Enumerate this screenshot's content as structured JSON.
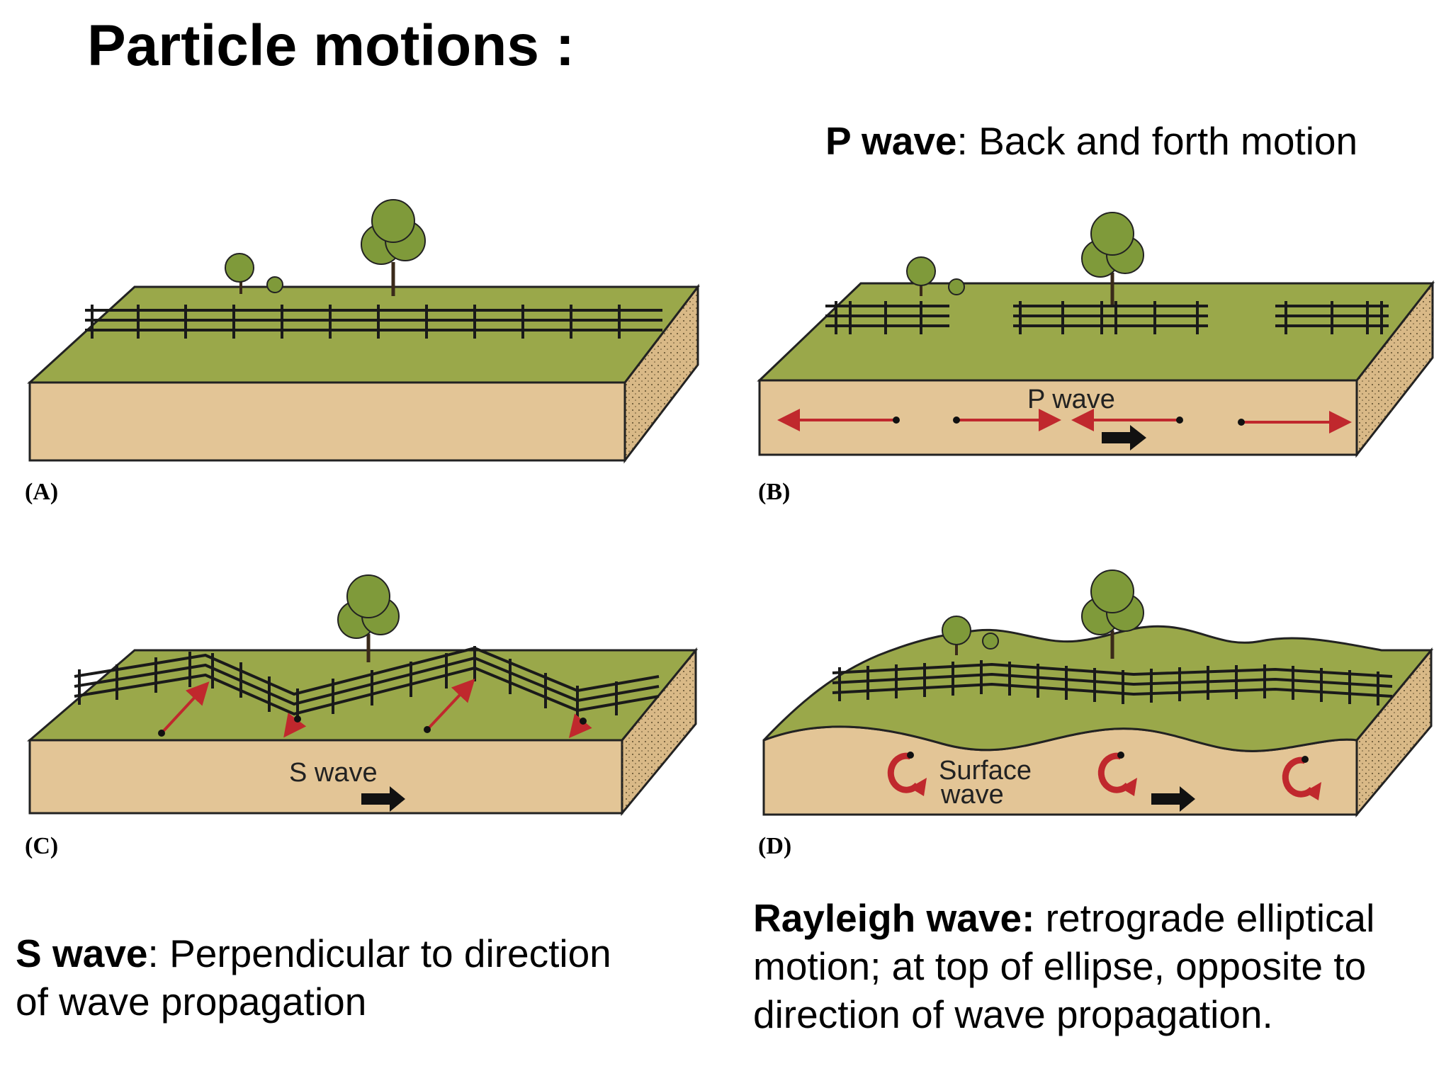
{
  "title": "Particle motions :",
  "captions": {
    "p_wave": {
      "bold": "P wave",
      "text": ": Back and forth motion"
    },
    "s_wave": {
      "bold": "S wave",
      "text_line1": ": Perpendicular to direction",
      "text_line2": "of wave propagation"
    },
    "rayleigh": {
      "bold": "Rayleigh wave:",
      "text_line1": " retrograde elliptical",
      "text_line2": "motion; at top of ellipse, opposite to",
      "text_line3": "direction of wave propagation."
    }
  },
  "panels": {
    "a": {
      "label": "(A)"
    },
    "b": {
      "label": "(B)",
      "wave_label": "P wave"
    },
    "c": {
      "label": "(C)",
      "wave_label": "S wave"
    },
    "d": {
      "label": "(D)",
      "wave_label_line1": "Surface",
      "wave_label_line2": "wave"
    }
  },
  "colors": {
    "grass": "#9aa84a",
    "soil_front": "#e3c596",
    "soil_side": "#d9b987",
    "tree": "#7f9a3a",
    "arrow_red": "#c0282d",
    "arrow_black": "#111111"
  }
}
